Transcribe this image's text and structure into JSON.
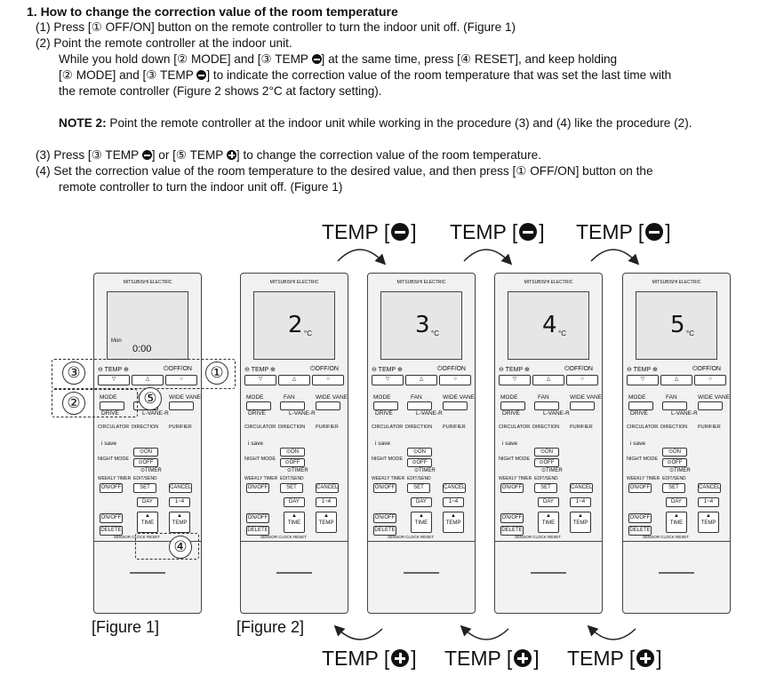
{
  "section": {
    "title": "1. How to change the correction value of the room temperature",
    "step1": "(1) Press [① OFF/ON] button on the remote controller to turn the indoor unit off. (Figure 1)",
    "step2": "(2) Point the remote controller at the indoor unit.",
    "step2_line1_a": "While you hold down [② MODE] and [③ TEMP ",
    "step2_line1_b": "] at the same time, press [④ RESET], and keep holding",
    "step2_line2_a": "[② MODE] and [③ TEMP ",
    "step2_line2_b": "] to indicate the correction value of the room temperature that was set the last time with",
    "step2_line3": "the remote controller (Figure 2 shows 2°C at factory setting).",
    "note_label": "NOTE 2:",
    "note_text": " Point the remote controller at the indoor unit while working in the procedure (3) and (4) like the procedure (2).",
    "step3_a": "(3) Press [③ TEMP ",
    "step3_b": "] or [⑤ TEMP ",
    "step3_c": "] to change the correction value of the room temperature.",
    "step4_line1": "(4) Set the correction value of the room temperature to the desired value, and then press [① OFF/ON] button on the",
    "step4_line2": "remote controller to turn the indoor unit off. (Figure 1)"
  },
  "temp_labels": {
    "top": [
      "TEMP [",
      "TEMP [",
      "TEMP ["
    ],
    "bottom": [
      "TEMP [",
      "TEMP [",
      "TEMP ["
    ],
    "close": "]"
  },
  "figures": {
    "fig1": "[Figure 1]",
    "fig2": "[Figure 2]"
  },
  "callouts": [
    "③",
    "①",
    "②",
    "⑤",
    "④"
  ],
  "remotes": [
    {
      "display": "",
      "lcd_small": "Mon",
      "lcd_clock": "0:00"
    },
    {
      "display": "2",
      "unit": "°C"
    },
    {
      "display": "3",
      "unit": "°C"
    },
    {
      "display": "4",
      "unit": "°C"
    },
    {
      "display": "5",
      "unit": "°C"
    }
  ],
  "remote_labels": {
    "brand": "MITSUBISHI ELECTRIC",
    "temp": "TEMP",
    "offon": "OFF/ON",
    "mode": "MODE",
    "fan": "FAN",
    "wide_vane": "WIDE VANE",
    "drive": "DRIVE",
    "lvane": "L-VANE-R",
    "circulator": "CIRCULATOR",
    "direction": "DIRECTION",
    "purifier": "PURIFIER",
    "isave": "i save",
    "on": "ON",
    "off": "OFF",
    "night_mode": "NIGHT MODE",
    "timer": "TIMER",
    "weekly_timer": "WEEKLY TIMER",
    "edit_send": "EDIT/SEND",
    "onoff": "ON/OFF",
    "set": "SET",
    "cancel": "CANCEL",
    "day": "DAY",
    "range": "1~4",
    "delete": "DELETE",
    "time": "TIME",
    "sensor": "SENSOR",
    "clock": "CLOCK",
    "reset": "RESET"
  }
}
